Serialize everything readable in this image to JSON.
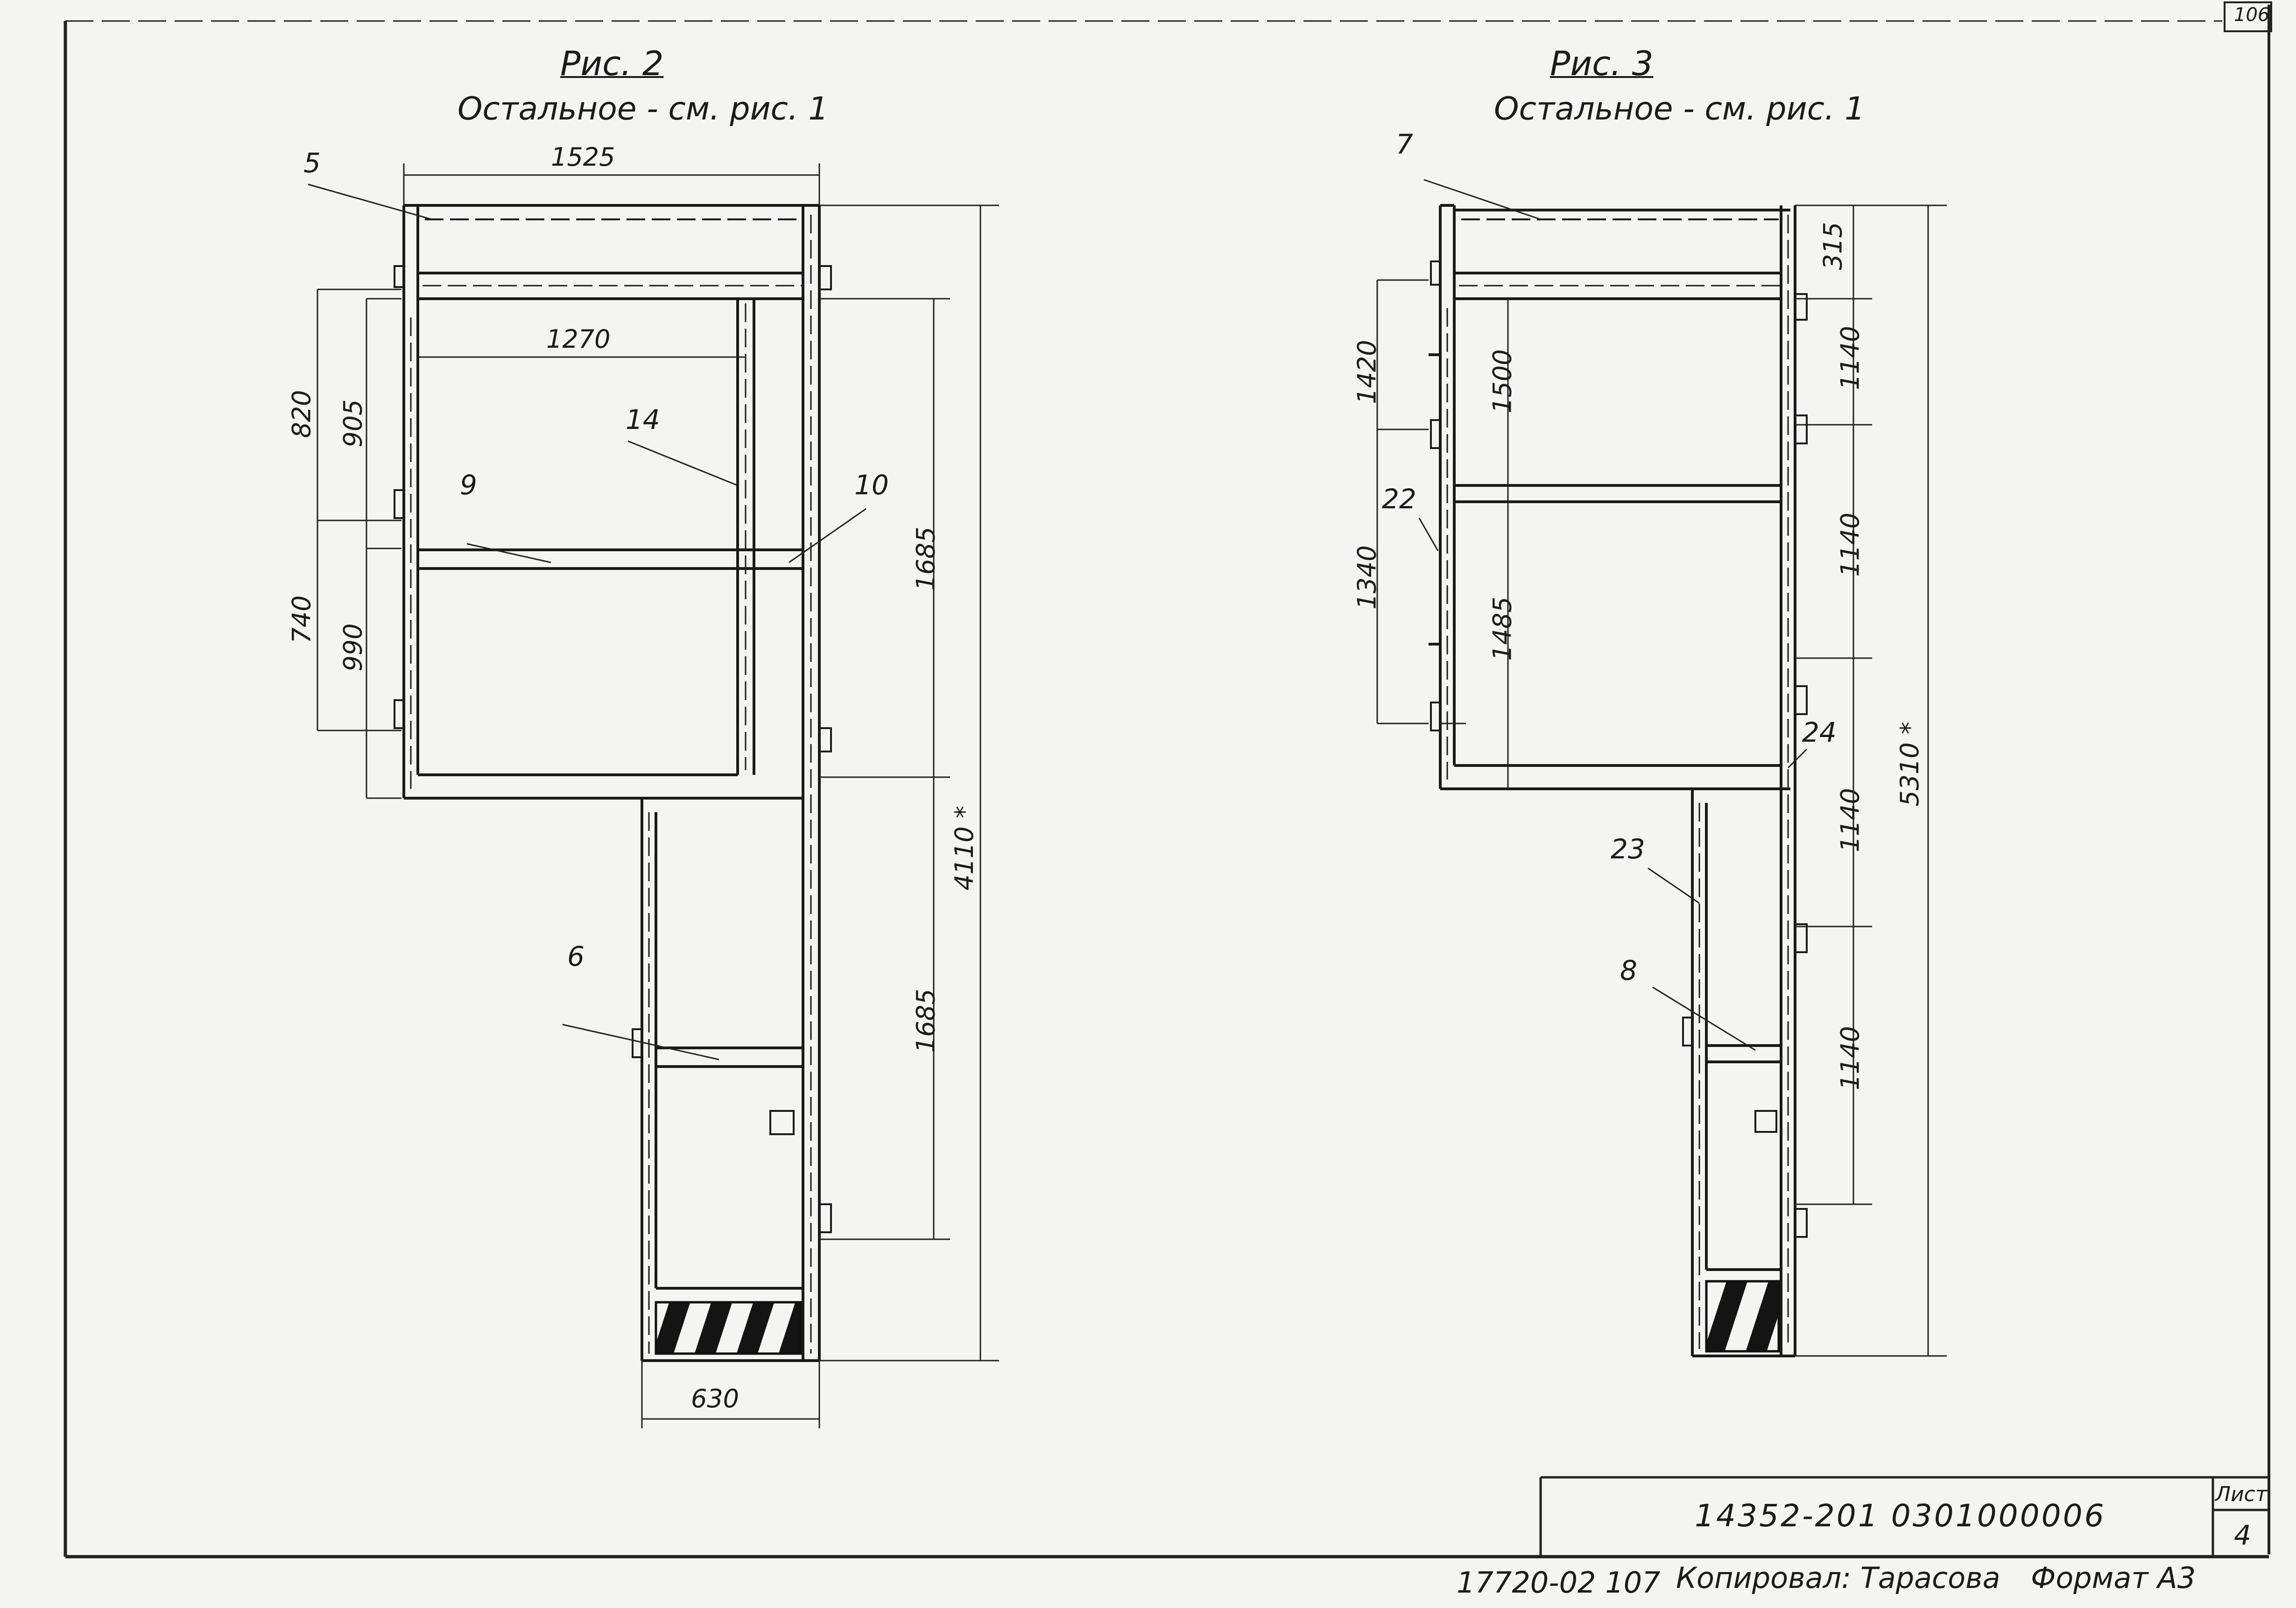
{
  "sheet": {
    "corner_number": "106",
    "doc_code": "14352-201 0301000006",
    "sheet_label": "Лист",
    "sheet_number": "4",
    "footer_left": "17720-02 107",
    "copied_by": "Копировал: Тарасова",
    "format": "Формат А3"
  },
  "fig2": {
    "title": "Рис. 2",
    "subtitle": "Остальное - см. рис. 1",
    "dims": {
      "width_top": "1525",
      "inner_width": "1270",
      "left_820": "820",
      "left_905": "905",
      "left_740": "740",
      "left_990": "990",
      "right_1685_top": "1685",
      "right_1685_bottom": "1685",
      "overall": "4110 *",
      "bottom_width": "630"
    },
    "callouts": [
      "5",
      "14",
      "9",
      "10",
      "6"
    ]
  },
  "fig3": {
    "title": "Рис. 3",
    "subtitle": "Остальное - см. рис. 1",
    "dims": {
      "top_315": "315",
      "left_1420": "1420",
      "left_1340": "1340",
      "inner_1500": "1500",
      "inner_1485": "1485",
      "right_1140_a": "1140",
      "right_1140_b": "1140",
      "right_1140_c": "1140",
      "right_1140_d": "1140",
      "overall": "5310 *"
    },
    "callouts": [
      "7",
      "22",
      "24",
      "23",
      "8"
    ]
  }
}
